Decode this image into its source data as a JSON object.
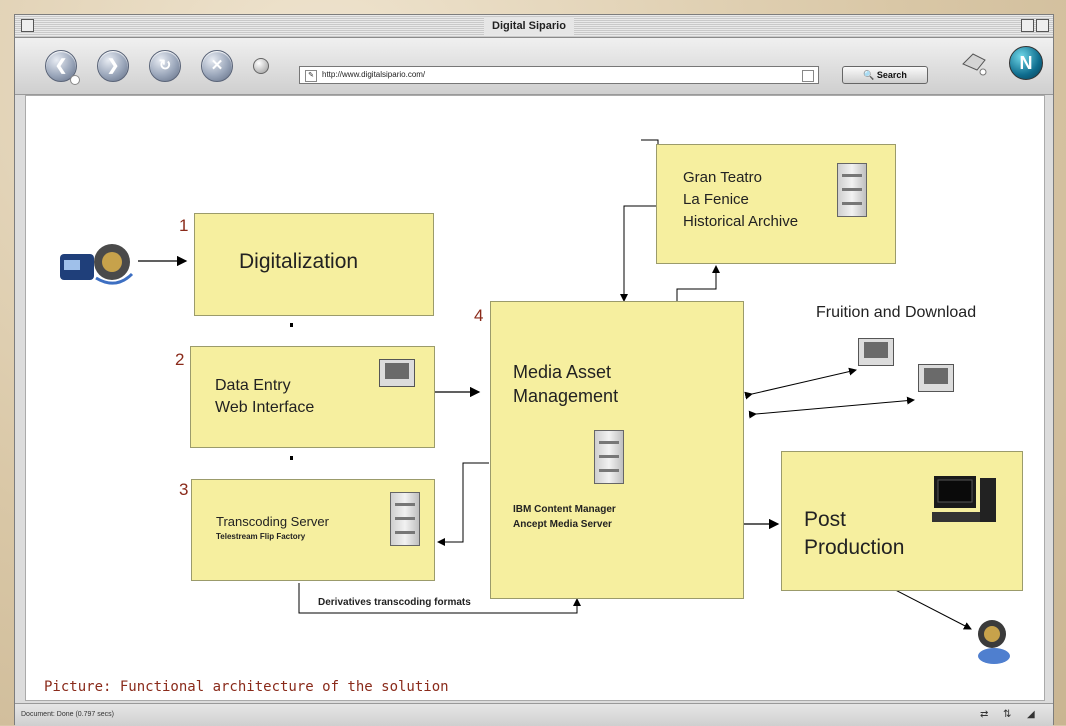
{
  "window": {
    "title": "Digital Sipario"
  },
  "toolbar": {
    "url": "http://www.digitalsipario.com/",
    "search_label": "Search",
    "netscape_logo": "N"
  },
  "diagram": {
    "boxes": {
      "digitalization": {
        "number": "1",
        "label": "Digitalization"
      },
      "data_entry": {
        "number": "2",
        "line1": "Data Entry",
        "line2": "Web Interface"
      },
      "transcoding": {
        "number": "3",
        "line1": "Transcoding Server",
        "line2": "Telestream Flip Factory"
      },
      "mam": {
        "number": "4",
        "line1": "Media Asset",
        "line2": "Management",
        "line3": "IBM Content Manager",
        "line4": "Ancept Media Server"
      },
      "archive": {
        "line1": "Gran Teatro",
        "line2": "La Fenice",
        "line3": "Historical Archive"
      },
      "post": {
        "line1": "Post",
        "line2": "Production"
      }
    },
    "fruition_label": "Fruition and Download",
    "derivatives_label": "Derivatives transcoding formats",
    "caption": "Picture: Functional architecture of the solution"
  },
  "status": {
    "text": "Document: Done (0.797 secs)"
  },
  "icons": [
    "back-icon",
    "forward-icon",
    "reload-icon",
    "home-icon",
    "stop-icon",
    "bookmark-icon",
    "search-icon",
    "print-icon",
    "netscape-logo",
    "computer-icon",
    "server-icon",
    "camera-icon",
    "tape-icon"
  ]
}
